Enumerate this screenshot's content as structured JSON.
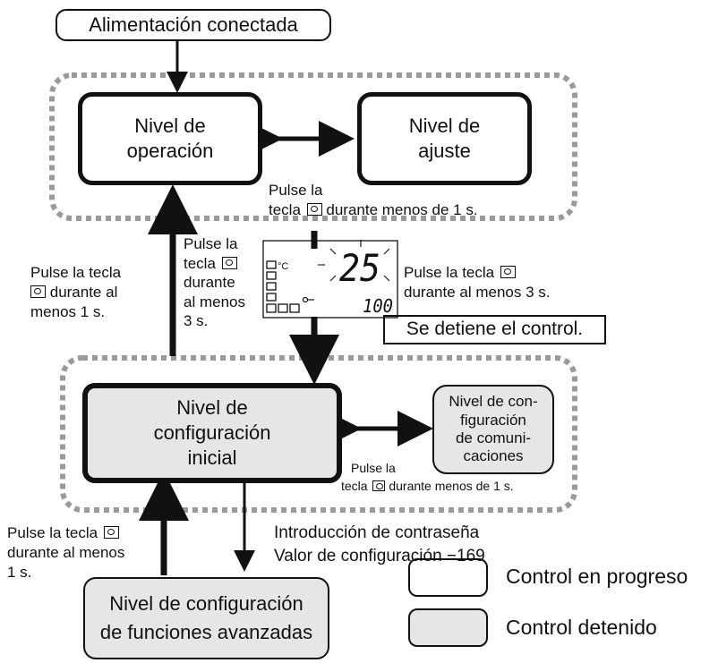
{
  "nodes": {
    "power_on": "Alimentación conectada",
    "operation_level": [
      "Nivel de",
      "operación"
    ],
    "adjustment_level": [
      "Nivel de",
      "ajuste"
    ],
    "initial_setting_level": [
      "Nivel de",
      "configuración",
      "inicial"
    ],
    "communications_setting_level": [
      "Nivel de con-",
      "figuración",
      "de comuni-",
      "caciones"
    ],
    "advanced_function_level": [
      "Nivel de configuración",
      "de funciones avanzadas"
    ]
  },
  "annotations": {
    "press_less_1s_top": [
      "Pulse la",
      "tecla",
      "durante menos de 1 s."
    ],
    "press_3s_middle": [
      "Pulse la",
      "tecla",
      "durante",
      "al menos",
      "3 s."
    ],
    "press_1s_left": [
      "Pulse la tecla",
      "durante al",
      "menos 1 s."
    ],
    "press_3s_right": [
      "Pulse la tecla",
      "durante al menos 3 s."
    ],
    "control_stops": "Se detiene el control.",
    "press_less_1s_bottom": [
      "Pulse la",
      "tecla",
      "durante menos de 1 s."
    ],
    "press_1s_bottom_left": [
      "Pulse la tecla",
      "durante al menos",
      "1 s."
    ],
    "password": [
      "Introducción de contraseña",
      "Valor de configuración −169"
    ]
  },
  "display": {
    "pv_digits": "25",
    "sv_digits": "100",
    "unit": "°C"
  },
  "legend": {
    "control_in_progress": "Control en progreso",
    "control_stopped": "Control detenido"
  },
  "colors": {
    "stroke": "#111111",
    "running_fill": "#ffffff",
    "stopped_fill": "#e6e6e6",
    "dashed_border": "#9a9a9a"
  }
}
